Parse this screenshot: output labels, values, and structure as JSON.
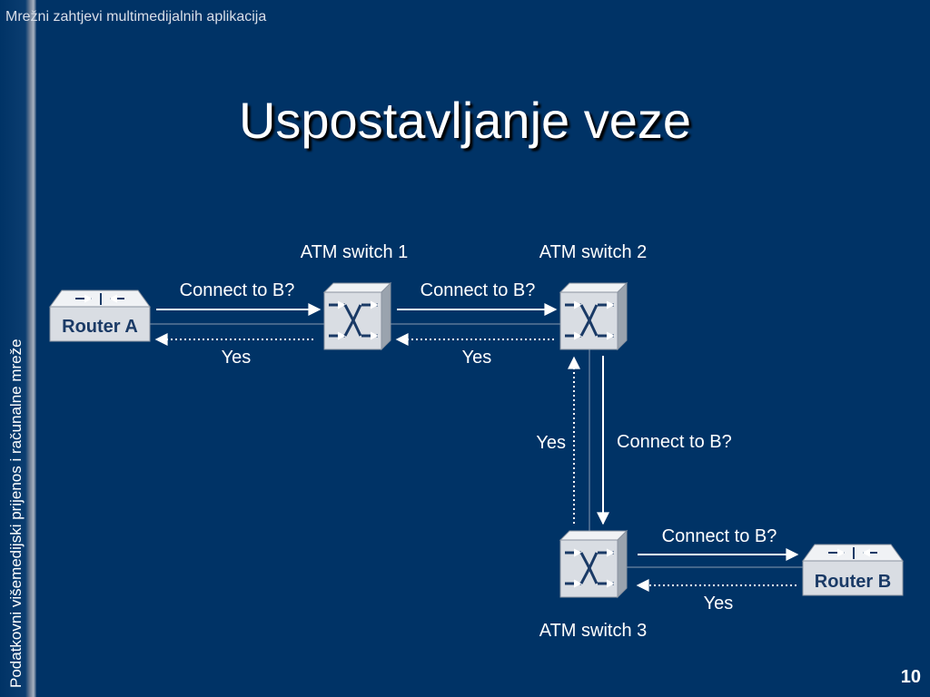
{
  "header": {
    "text": "Mrežni zahtjevi multimedijalnih aplikacija"
  },
  "sidebar": {
    "text": "Podatkovni višemedijski prijenos i računalne mreže"
  },
  "slide": {
    "title": "Uspostavljanje veze",
    "page_number": "10"
  },
  "diagram": {
    "router_a": "Router A",
    "router_b": "Router B",
    "switch1": "ATM switch 1",
    "switch2": "ATM switch 2",
    "switch3": "ATM switch 3",
    "request_label": "Connect to B?",
    "reply_label": "Yes"
  },
  "colors": {
    "background": "#003366",
    "device_fill": "#d9dde3",
    "device_top": "#f0f2f5",
    "device_side": "#9aa3ae",
    "device_icon": "#1a3a66"
  }
}
